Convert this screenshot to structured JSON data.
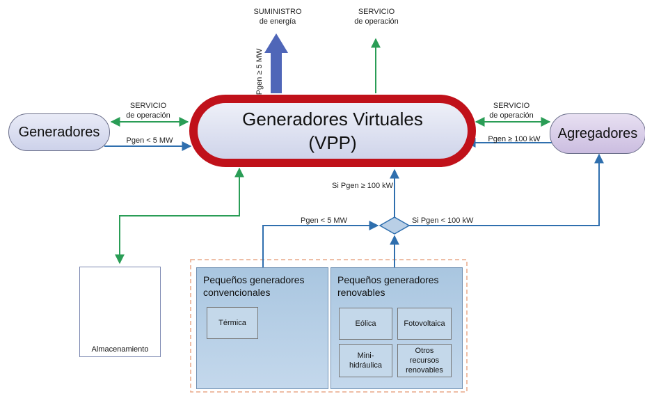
{
  "center": {
    "line1": "Generadores Virtuales",
    "line2": "(VPP)"
  },
  "left_node": "Generadores",
  "right_node": "Agregadores",
  "top_labels": {
    "suministro_l1": "SUMINISTRO",
    "suministro_l2": "de energía",
    "servicio_l1": "SERVICIO",
    "servicio_l2": "de operación",
    "vertical": "Pgen ≥ 5 MW"
  },
  "left_labels": {
    "servicio_l1": "SERVICIO",
    "servicio_l2": "de operación",
    "pgen": "Pgen < 5 MW"
  },
  "right_labels": {
    "servicio_l1": "SERVICIO",
    "servicio_l2": "de operación",
    "pgen": "Pgen ≥  100 kW"
  },
  "mid_labels": {
    "si_ge": "Si Pgen ≥  100 kW",
    "pgen_lt": "Pgen < 5 MW",
    "si_lt": "Si Pgen <  100 kW"
  },
  "storage": {
    "label": "Almacenamiento"
  },
  "conventional": {
    "title_l1": "Pequeños generadores",
    "title_l2": "convencionales",
    "items": [
      "Térmica"
    ]
  },
  "renewable": {
    "title_l1": "Pequeños generadores",
    "title_l2": "renovables",
    "items": [
      "Eólica",
      "Fotovoltaica",
      "Mini-\nhidráulica",
      "Otros\nrecursos\nrenovables"
    ]
  },
  "colors": {
    "green": "#2a9d56",
    "blue": "#2f6fae",
    "big_arrow": "#4f66b8",
    "ring": "#c0111a",
    "dashed": "#e8a888"
  }
}
